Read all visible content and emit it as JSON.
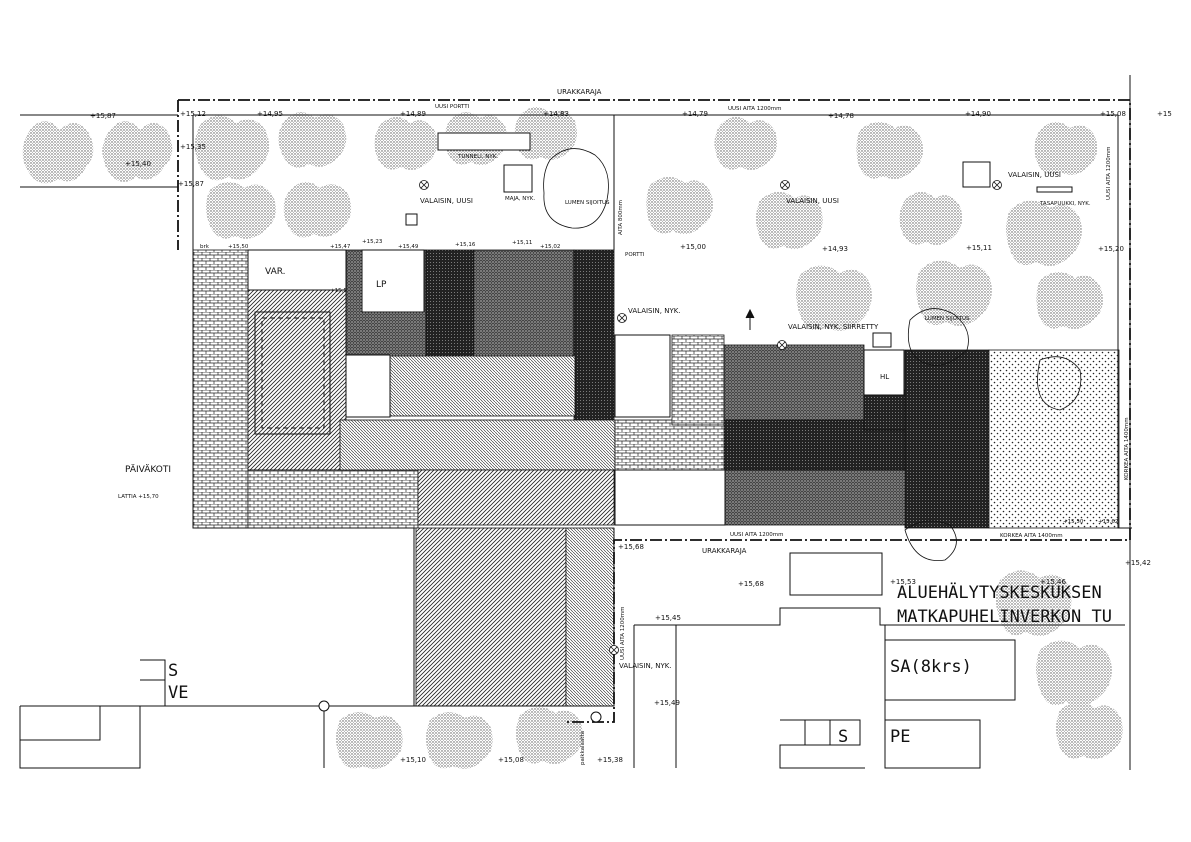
{
  "labels": {
    "urakkaraja_top": "URAKKARAJA",
    "urakkaraja_bottom": "URAKKARAJA",
    "uusi_portti": "UUSI PORTTI",
    "uusi_aita_top": "UUSI AITA 1200mm",
    "uusi_aita_bottom": "UUSI AITA 1200mm",
    "uusi_aita_vertical_left": "UUSI AITA 1200mm",
    "aita_vertical": "AITA 800mm",
    "uusi_aita_vertical_right": "UUSI AITA 1200mm",
    "korkea_aita_vertical": "KORKEA AITA 1400mm",
    "korkea_aita_bottom": "KORKEA AITA 1400mm",
    "tunneli": "TUNNELI, NYK.",
    "valaisin_uusi_1": "VALAISIN, UUSI",
    "valaisin_uusi_2": "VALAISIN, UUSI",
    "valaisin_uusi_3": "VALAISIN, UUSI",
    "valaisin_nyk_1": "VALAISIN, NYK.",
    "valaisin_nyk_2": "VALAISIN, NYK. SIIRRETTY",
    "valaisin_nyk_3": "VALAISIN, NYK.",
    "maja": "MAJA, NYK.",
    "lumen_1": "LUMEN SIJOITUS",
    "lumen_2": "LUMEN SIJOITUS",
    "tasapuukki": "TASAPUUKKI, NYK.",
    "var": "VAR.",
    "lp": "LP",
    "hl": "HL",
    "paivakoti": "PÄIVÄKOTI",
    "latti": "LATTIA +15,70",
    "portti": "PORTTI",
    "brk": "brk",
    "aluehalytys": "ALUEHÄLYTYSKESKUKSEN",
    "matkapuhelin": "MATKAPUHELINVERKON TU",
    "sa8krs": "SA(8krs)",
    "s1": "S",
    "ve": "VE",
    "s2": "S",
    "pe": "PE",
    "paikkalaatta": "paikkalaatta"
  },
  "elevations": {
    "e1": "+15,87",
    "e2": "+15,12",
    "e3": "+14,95",
    "e4": "+14,89",
    "e5": "+14,83",
    "e6": "+14,79",
    "e7": "+14,78",
    "e8": "+14,90",
    "e9": "+15,08",
    "e10": "+15",
    "e11": "+15,35",
    "e12": "+15,40",
    "e13": "+15,87",
    "e14": "+15,50",
    "e15": "+15,47",
    "e16": "+15,23",
    "e17": "+15,49",
    "e18": "+15,16",
    "e19": "+15,11",
    "e20": "+15,02",
    "e21": "+15,00",
    "e22": "+14,93",
    "e23": "+15,11",
    "e24": "+15,20",
    "e25": "+15,68",
    "e26": "+15,68",
    "e27": "+15,53",
    "e28": "+15,46",
    "e29": "+15,42",
    "e30": "+15,45",
    "e31": "+15,49",
    "e32": "+15,38",
    "e33": "+15,08",
    "e34": "+15,10",
    "e35": "+15,5",
    "e36": "+15,50",
    "e37": "+15,62"
  }
}
